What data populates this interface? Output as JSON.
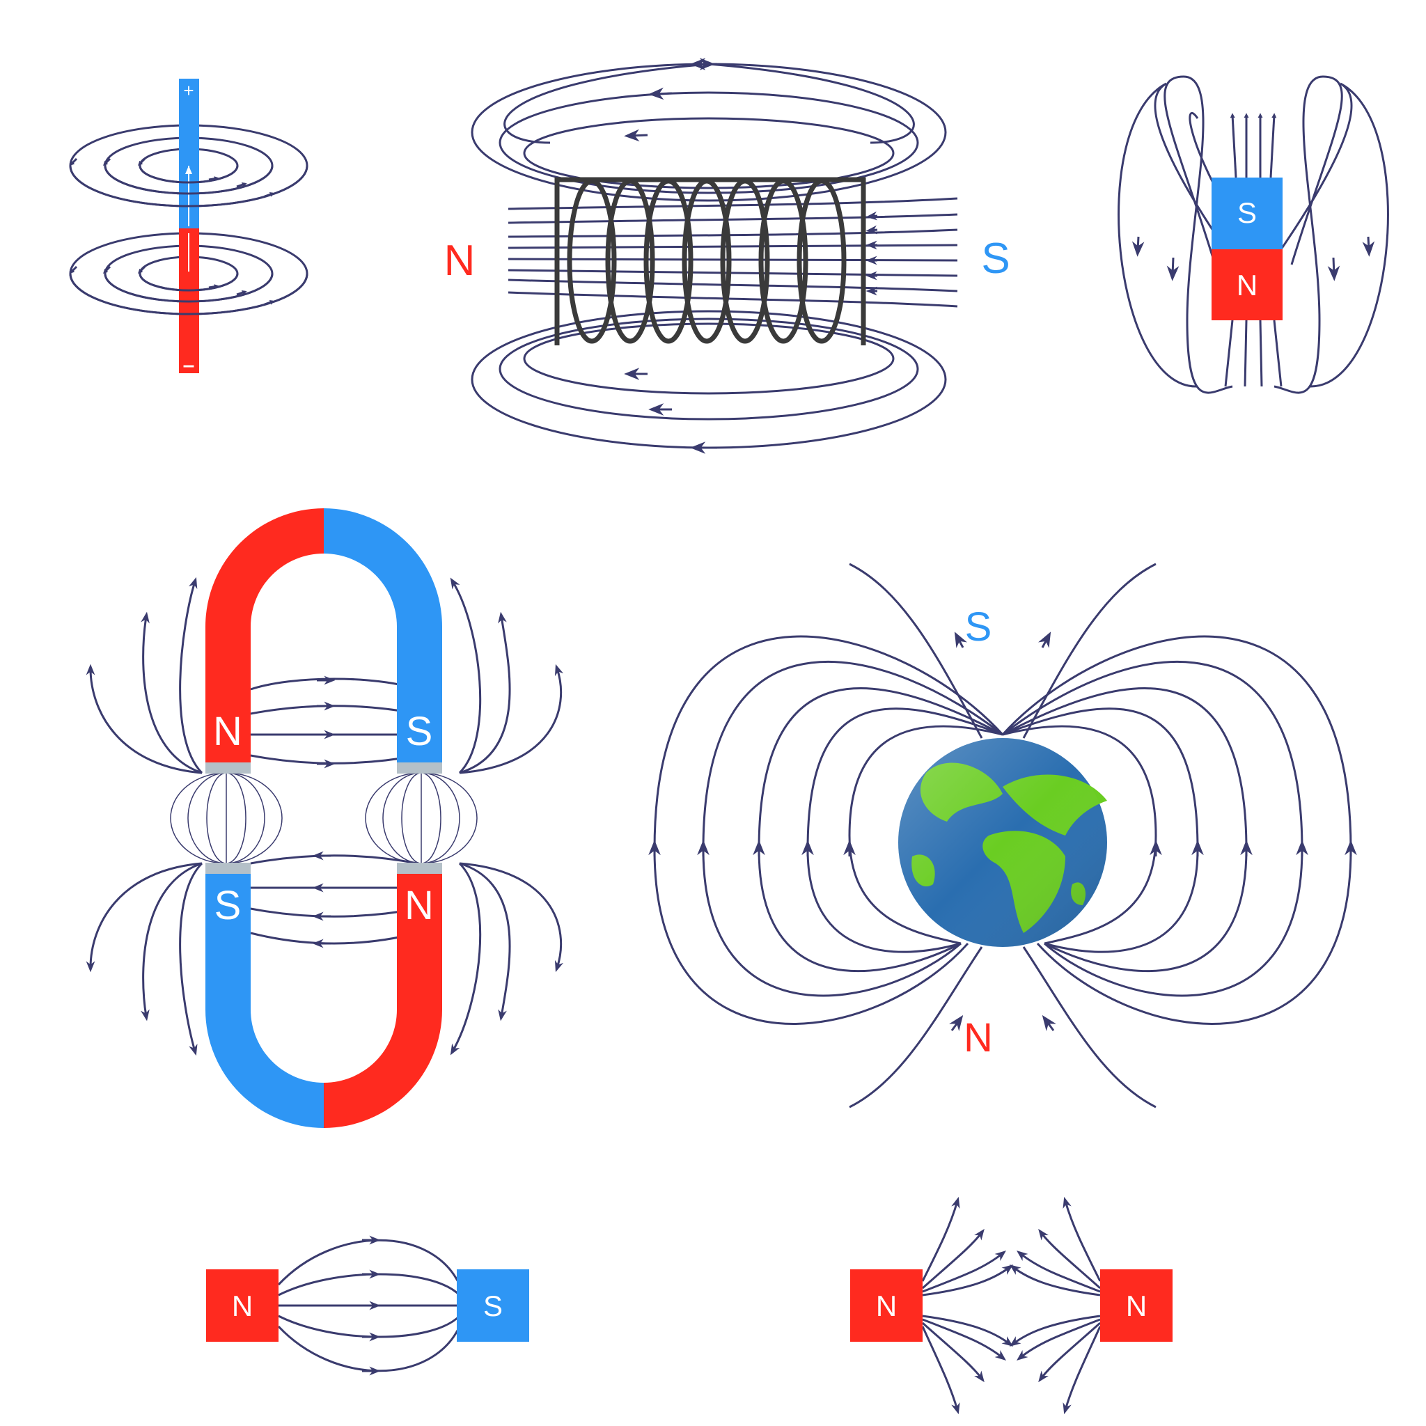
{
  "colors": {
    "north": "#ff2a1f",
    "south": "#2e96f5",
    "field_line": "#3a3b6e",
    "coil": "#3a3a3a",
    "pole_cap": "#b4c0c8",
    "earth_ocean": "#2a6eb0",
    "earth_land": "#6acd22"
  },
  "wire": {
    "plus_label": "+",
    "minus_label": "–"
  },
  "solenoid": {
    "north_label": "N",
    "south_label": "S"
  },
  "bar_magnet": {
    "south_label": "S",
    "north_label": "N"
  },
  "horseshoe": {
    "top_left_label": "N",
    "top_right_label": "S",
    "bottom_left_label": "S",
    "bottom_right_label": "N"
  },
  "earth": {
    "south_label": "S",
    "north_label": "N"
  },
  "attract": {
    "left_label": "N",
    "right_label": "S"
  },
  "repel": {
    "left_label": "N",
    "right_label": "N"
  }
}
